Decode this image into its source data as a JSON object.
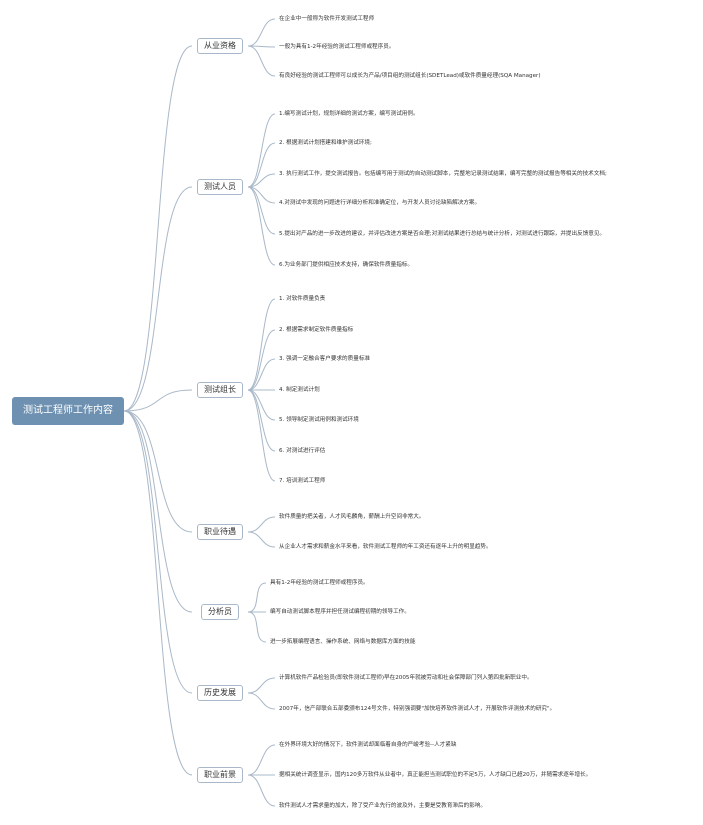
{
  "mindmap": {
    "root": "测试工程师工作内容",
    "branches": [
      {
        "title": "从业资格",
        "items": [
          "在企业中一般称为软件开发测试工程师",
          "一般为具有1-2年经验的测试工程师或程序员。",
          "有良好经验的测试工程师可以成长为产品/项目组的测试组长(SDETLead)或软件质量经理(SQA Manager)"
        ]
      },
      {
        "title": "测试人员",
        "items": [
          "1.编写测试计划，规划详细的测试方案，编写测试用例。",
          "2. 根据测试计划搭建和维护测试环境;",
          "3. 执行测试工作，提交测试报告。包括编写用于测试的自动测试脚本，完整地记录测试结果，编写完整的测试报告等相关的技术文档;",
          "4.对测试中发现的问题进行详细分析和准确定位，与开发人员讨论缺陷解决方案。",
          "5.提出对产品的进一步改进的建议，并评估改进方案是否合理;对测试结果进行总结与统计分析，对测试进行跟踪，并提出反馈意见。",
          "6.为业务部门提供相应技术支持，确保软件质量指标。"
        ]
      },
      {
        "title": "测试组长",
        "items": [
          "1. 对软件质量负责",
          "2. 根据需求制定软件质量指标",
          "3. 强调一定融合客户要求的质量标准",
          "4. 制定测试计划",
          "5. 领导制定测试用例和测试环境",
          "6. 对测试进行评估",
          "7. 培训测试工程师"
        ]
      },
      {
        "title": "职业待遇",
        "items": [
          "软件质量的把关者，人才风毛麟角，薪酬上升空间非常大。",
          "从企业人才需求和薪金水平来看，软件测试工程师的年工资还有逐年上升的明显趋势。"
        ]
      },
      {
        "title": "分析员",
        "items": [
          "具有1-2年经验的测试工程师或程序员。",
          "编写自动测试脚本程序并担任测试编程初期的领导工作。",
          "进一步拓展编程语言、操作系统、网络与数据库方面的技能"
        ]
      },
      {
        "title": "历史发展",
        "items": [
          "计算机软件产品检验员(即软件测试工程师)早在2005年就被劳动和社会保障部门列入第四批新职业中。",
          "2007年，信产部联合五部委颁布124号文件，特别强调要\"加快培养软件测试人才，开展软件评测技术的研究\"。"
        ]
      },
      {
        "title": "职业前景",
        "items": [
          "在外界环境大好的情况下，软件测试却面临着自身的严峻考验--人才紧缺",
          "据相关统计调查显示，国内120多万软件从业者中，真正能担当测试职位的不足5万，人才缺口已超20万，并随需求逐年增长。",
          "软件测试人才需求量的加大，除了受产业先行的波及外，主要是受教育滞后的影响。"
        ]
      }
    ]
  },
  "colors": {
    "root_fill": "#6e91b1",
    "line": "#a9b8c8",
    "text": "#333333"
  }
}
